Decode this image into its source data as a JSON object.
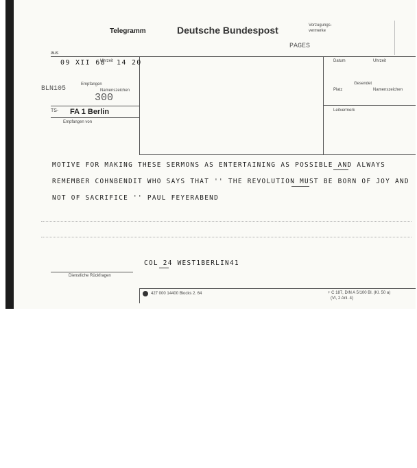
{
  "header": {
    "telegramm": "Telegramm",
    "title": "Deutsche Bundespost",
    "vorzug": "Vorzugungs-",
    "vermerke": "vermerke"
  },
  "fields": {
    "aus": "aus",
    "datum_typed": "09 XII 68",
    "uhrzeit_label": "Uhrzeit",
    "uhrzeit_typed": "14  20",
    "handwritten_pages": "PAGES",
    "handwritten_sender": "BLN105",
    "empfangen_label": "Empfangen",
    "namenszeichen_label": "Namenszeichen",
    "handwritten_code": "300",
    "ts": "TS-",
    "office": "FA 1 Berlin",
    "empfangen_von": "Empfangen von",
    "datum_right": "Datum",
    "uhrzeit_right": "Uhrzeit",
    "gesendet": "Gesendet",
    "platz": "Platz",
    "namenszeichen_right": "Namenszeichen",
    "leitvermerk": "Leitvermerk",
    "dienstliche": "Dienstliche Rückfragen"
  },
  "message": {
    "line1": "MOTIVE FOR MAKING THESE SERMONS AS ENTERTAINING AS POSSIBLE  AND ALWAYS",
    "line2": "REMEMBER COHNBENDIT WHO SAYS THAT '' THE REVOLUTION  MUST BE BORN OF JOY AND",
    "line3": "NOT OF SACRIFICE ''       PAUL FEYERABEND",
    "routing": "COL 24 WEST1BERLIN41"
  },
  "footer": {
    "form_number": "427 000 14400 Blocks 2. 64",
    "din_line1": "+ C 187, DIN A 5/100 Bl. (Kl. 50 a)",
    "din_line2": "(VI, 2 Anl. 4)"
  }
}
